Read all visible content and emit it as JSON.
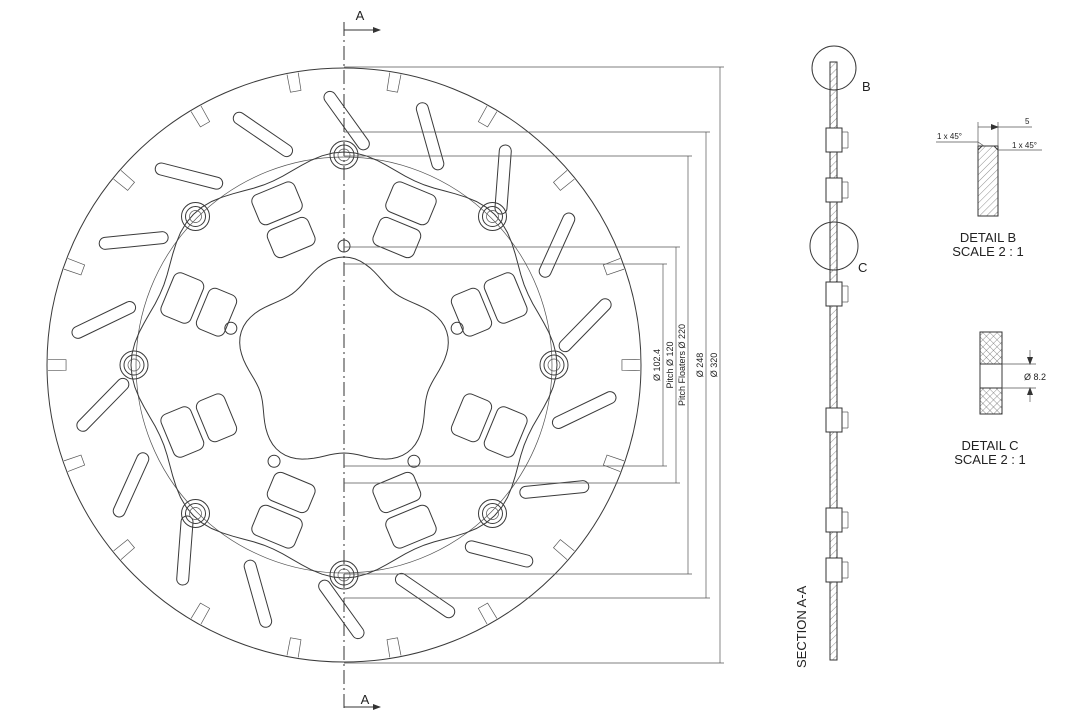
{
  "section_marks": {
    "top": "A",
    "bottom": "A"
  },
  "dimensions": [
    {
      "label": "Ø 102.4"
    },
    {
      "label": "Pitch Ø 120"
    },
    {
      "label": "Pitch Floaters Ø 220"
    },
    {
      "label": "Ø 248"
    },
    {
      "label": "Ø 320"
    }
  ],
  "section_title": "SECTION A-A",
  "detail_b": {
    "marker": "B",
    "title": "DETAIL B",
    "scale": "SCALE 2 : 1",
    "chamfer_left": "1 x 45°",
    "chamfer_right": "1 x 45°",
    "width": "5"
  },
  "detail_c": {
    "marker": "C",
    "title": "DETAIL C",
    "scale": "SCALE 2 : 1",
    "hole": "Ø 8.2"
  }
}
